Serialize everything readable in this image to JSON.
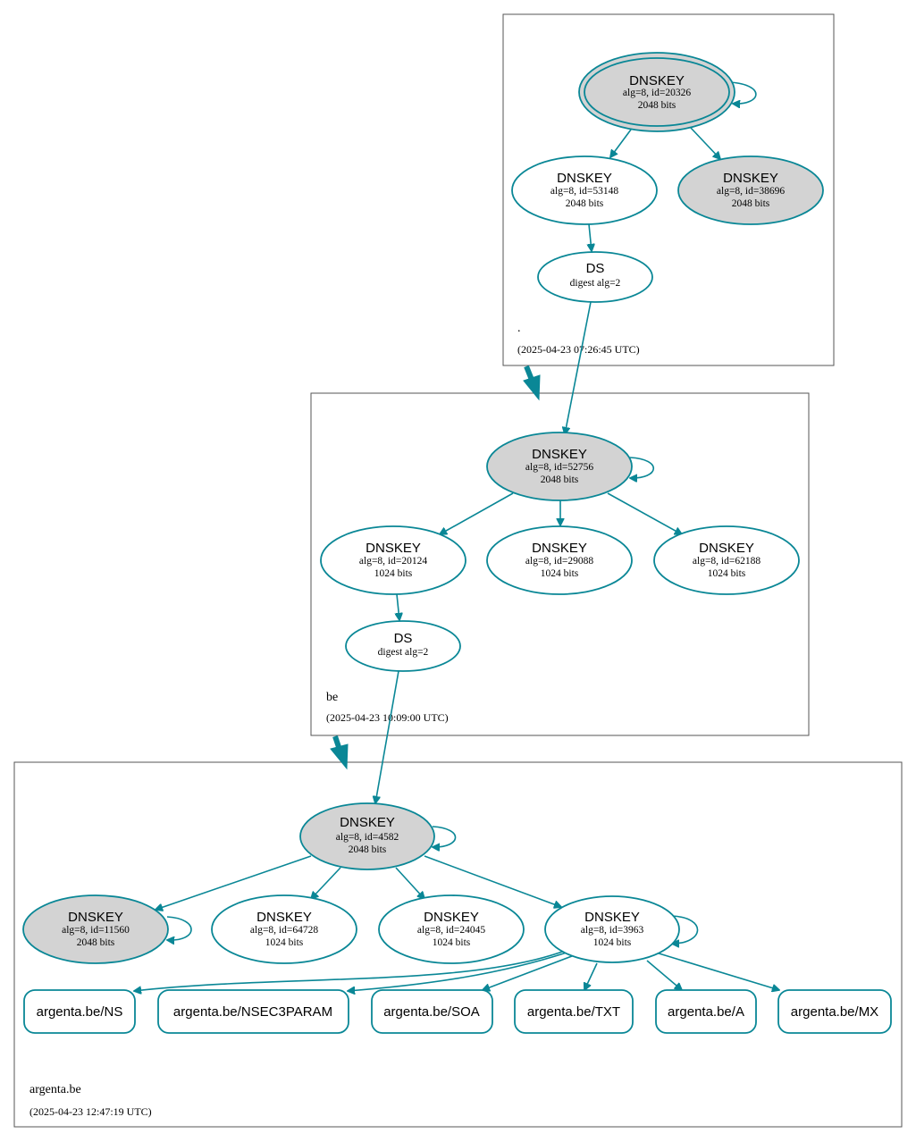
{
  "colors": {
    "edge": "#0a8796",
    "ksk_fill": "#d3d3d3",
    "zsk_fill": "#ffffff",
    "zone_border": "#555555"
  },
  "zones": {
    "root": {
      "name": ".",
      "timestamp": "(2025-04-23 07:26:45 UTC)"
    },
    "be": {
      "name": "be",
      "timestamp": "(2025-04-23 10:09:00 UTC)"
    },
    "argenta": {
      "name": "argenta.be",
      "timestamp": "(2025-04-23 12:47:19 UTC)"
    }
  },
  "nodes": {
    "root_ksk": {
      "title": "DNSKEY",
      "line1": "alg=8, id=20326",
      "line2": "2048 bits"
    },
    "root_zsk1": {
      "title": "DNSKEY",
      "line1": "alg=8, id=53148",
      "line2": "2048 bits"
    },
    "root_zsk2": {
      "title": "DNSKEY",
      "line1": "alg=8, id=38696",
      "line2": "2048 bits"
    },
    "root_ds": {
      "title": "DS",
      "line1": "digest alg=2"
    },
    "be_ksk": {
      "title": "DNSKEY",
      "line1": "alg=8, id=52756",
      "line2": "2048 bits"
    },
    "be_zsk1": {
      "title": "DNSKEY",
      "line1": "alg=8, id=20124",
      "line2": "1024 bits"
    },
    "be_zsk2": {
      "title": "DNSKEY",
      "line1": "alg=8, id=29088",
      "line2": "1024 bits"
    },
    "be_zsk3": {
      "title": "DNSKEY",
      "line1": "alg=8, id=62188",
      "line2": "1024 bits"
    },
    "be_ds": {
      "title": "DS",
      "line1": "digest alg=2"
    },
    "arg_ksk": {
      "title": "DNSKEY",
      "line1": "alg=8, id=4582",
      "line2": "2048 bits"
    },
    "arg_k1": {
      "title": "DNSKEY",
      "line1": "alg=8, id=11560",
      "line2": "2048 bits"
    },
    "arg_k2": {
      "title": "DNSKEY",
      "line1": "alg=8, id=64728",
      "line2": "1024 bits"
    },
    "arg_k3": {
      "title": "DNSKEY",
      "line1": "alg=8, id=24045",
      "line2": "1024 bits"
    },
    "arg_k4": {
      "title": "DNSKEY",
      "line1": "alg=8, id=3963",
      "line2": "1024 bits"
    }
  },
  "records": [
    "argenta.be/NS",
    "argenta.be/NSEC3PARAM",
    "argenta.be/SOA",
    "argenta.be/TXT",
    "argenta.be/A",
    "argenta.be/MX"
  ]
}
